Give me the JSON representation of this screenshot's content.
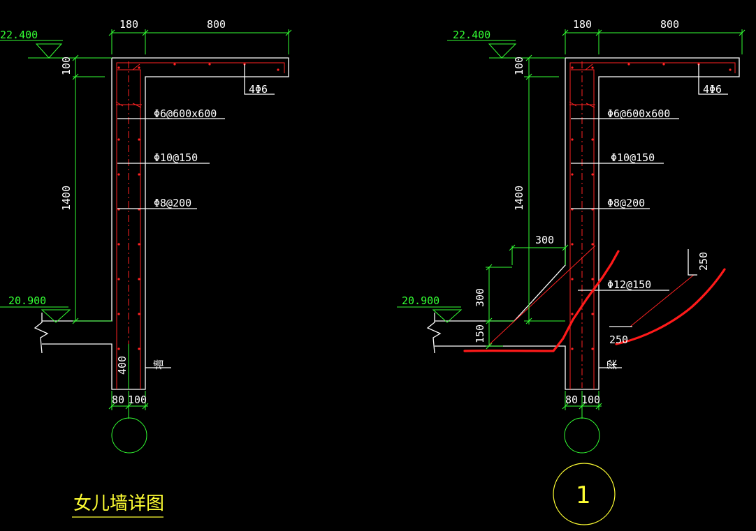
{
  "left": {
    "elev_top": "22.400",
    "elev_bottom": "20.900",
    "dim_wall": "180",
    "dim_cap": "800",
    "dim_cap_thk": "100",
    "dim_height": "1400",
    "dim_base": "400",
    "dim_bot_a": "80",
    "dim_bot_b": "100",
    "rebar_top": "4Φ6",
    "rebar_mesh": "Φ6@600x600",
    "rebar_vert": "Φ10@150",
    "rebar_horz": "Φ8@200",
    "label_wall": "墙",
    "title": "女儿墙详图"
  },
  "right": {
    "elev_top": "22.400",
    "elev_bottom": "20.900",
    "dim_wall": "180",
    "dim_cap": "800",
    "dim_cap_thk": "100",
    "dim_height": "1400",
    "dim_bot_a": "80",
    "dim_bot_b": "100",
    "dim_haunch_w": "300",
    "dim_haunch_h": "300",
    "dim_step": "150",
    "dim_250_top": "250",
    "dim_250_bot": "250",
    "rebar_top": "4Φ6",
    "rebar_mesh": "Φ6@600x600",
    "rebar_vert": "Φ10@150",
    "rebar_horz": "Φ8@200",
    "rebar_haunch": "Φ12@150",
    "label_beam": "梁",
    "detail_number": "1"
  }
}
